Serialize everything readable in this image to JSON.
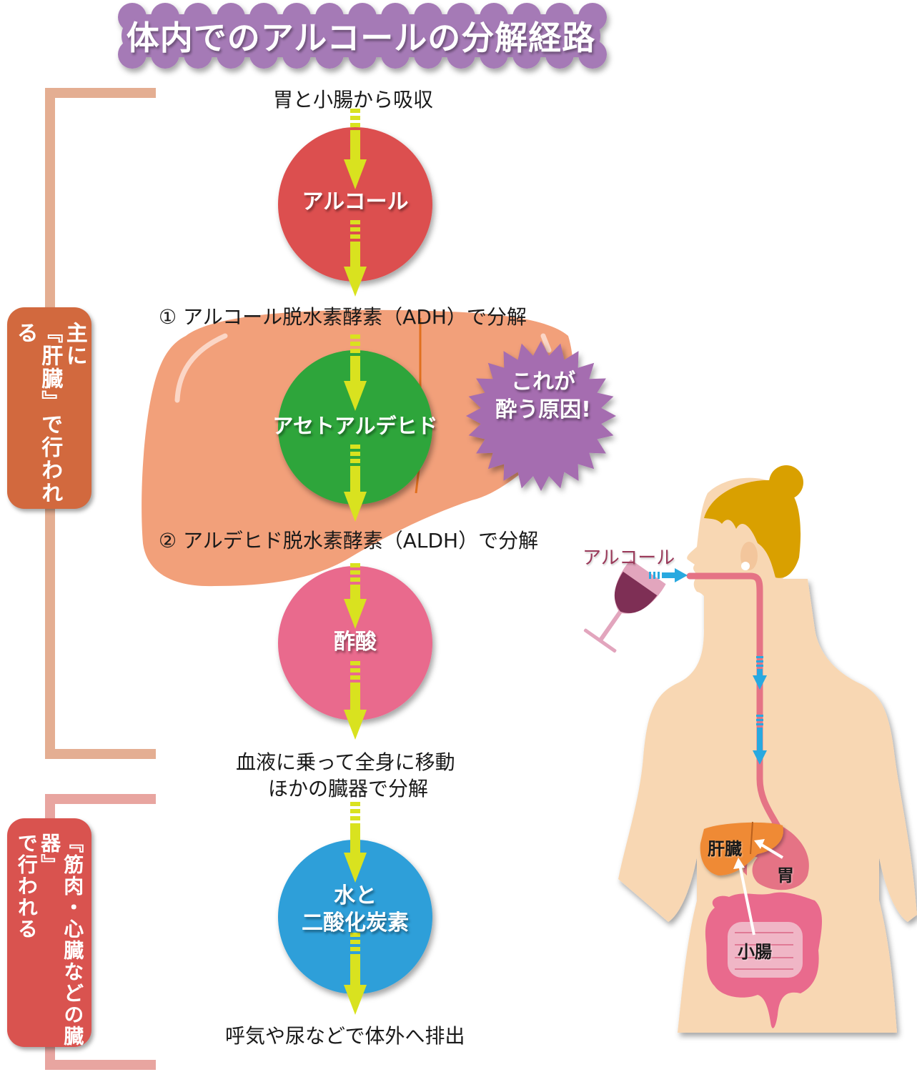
{
  "title": "体内でのアルコールの分解経路",
  "colors": {
    "title_bg": "#a57ab6",
    "bracket_liver": "#e4ae92",
    "bracket_other": "#e8a5a0",
    "badge_liver": "#d2693e",
    "badge_other": "#d9534f",
    "liver": "#f2a07a",
    "alcohol_circle": "#dc4f4f",
    "acetaldehyde_circle": "#2ea53b",
    "acetic_acid_circle": "#e96a8d",
    "water_co2_circle": "#2f9fd9",
    "arrow": "#d9e21f",
    "burst": "#a56db0",
    "skin": "#f8d7b3",
    "hair": "#d9a000",
    "esophagus": "#e57385",
    "small_arrow": "#28a9e0",
    "body_liver": "#ef8a36"
  },
  "flow": {
    "absorb_label": "胃と小腸から吸収",
    "step1_label": "① アルコール脱水素酵素（ADH）で分解",
    "step2_label": "② アルデヒド脱水素酵素（ALDH）で分解",
    "blood_label_line1": "血液に乗って全身に移動",
    "blood_label_line2": "ほかの臓器で分解",
    "excrete_label": "呼気や尿などで体外へ排出"
  },
  "circles": {
    "alcohol": "アルコール",
    "acetaldehyde": "アセトアルデヒド",
    "acetic_acid": "酢酸",
    "water_co2_line1": "水と",
    "water_co2_line2": "二酸化炭素"
  },
  "burst": {
    "line1": "これが",
    "line2": "酔う原因!"
  },
  "side_badges": {
    "liver": {
      "col1": "主に",
      "col2": "『肝臓』で行われる"
    },
    "other": {
      "col1": "『筋肉・心臓などの臓器』",
      "col2": "で行われる"
    }
  },
  "body": {
    "alcohol_label": "アルコール",
    "liver_label": "肝臓",
    "stomach_label": "胃",
    "small_intestine_label": "小腸"
  }
}
